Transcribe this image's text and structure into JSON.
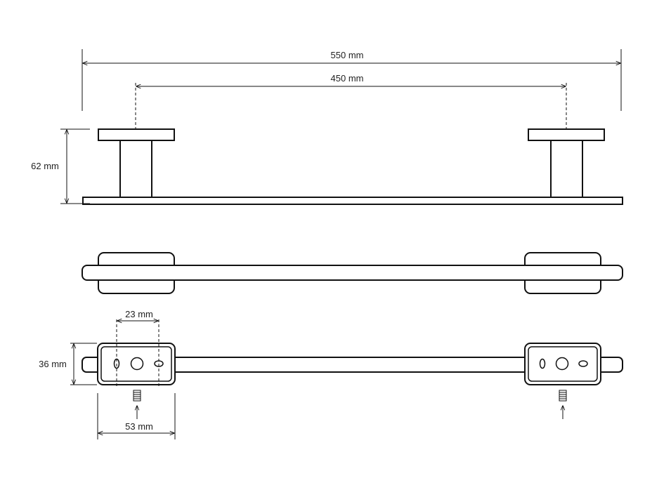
{
  "dimensions": {
    "overall_length": "550 mm",
    "mount_spacing": "450 mm",
    "height": "62 mm",
    "hole_spacing": "23 mm",
    "base_height": "36 mm",
    "base_width": "53 mm"
  }
}
